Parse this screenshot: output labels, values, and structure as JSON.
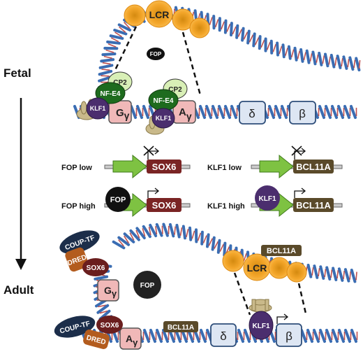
{
  "stage_labels": {
    "fetal": "Fetal",
    "adult": "Adult"
  },
  "fetal": {
    "lcr": "LCR",
    "fop": "FOP",
    "cp2_a": "CP2",
    "nfe4_a": "NF-E4",
    "klf1_a": "KLF1",
    "cp2_b": "CP2",
    "nfe4_b": "NF-E4",
    "klf1_b": "KLF1",
    "g_gamma": "G",
    "a_gamma": "A",
    "gamma_sub": "γ",
    "delta": "δ",
    "beta": "β"
  },
  "middle": {
    "fop_low": "FOP low",
    "fop_high": "FOP high",
    "klf1_low": "KLF1 low",
    "klf1_high": "KLF1 high",
    "sox6_1": "SOX6",
    "sox6_2": "SOX6",
    "bcl11a_1": "BCL11A",
    "bcl11a_2": "BCL11A",
    "fop_circle": "FOP",
    "klf1_circle": "KLF1"
  },
  "adult": {
    "coup_tf_1": "COUP-TF",
    "dred_1": "DRED",
    "sox6_1": "SOX6",
    "coup_tf_2": "COUP-TF",
    "sox6_2": "SOX6",
    "dred_2": "DRED",
    "fop": "FOP",
    "bcl11a_top": "BCL11A",
    "bcl11a_bottom": "BCL11A",
    "lcr": "LCR",
    "klf1": "KLF1",
    "g_gamma": "G",
    "a_gamma": "A",
    "gamma_sub": "γ",
    "delta": "δ",
    "beta": "β"
  },
  "colors": {
    "lcr": "#f0a020",
    "fop": "#1a1a1a",
    "nfe4": "#1e6b1e",
    "cp2": "#d8efb6",
    "klf1": "#4b2e6e",
    "sox6": "#7a2424",
    "bcl11a": "#5a4a2a",
    "gamma_box": "#f0b8b8",
    "delta_beta_box": "#dde6f3",
    "arrow_green": "#7ec242",
    "coup_tf": "#1c2e4a",
    "dred": "#b35c1e",
    "dna_blue": "#3a6db3",
    "dna_red": "#c0504d"
  }
}
